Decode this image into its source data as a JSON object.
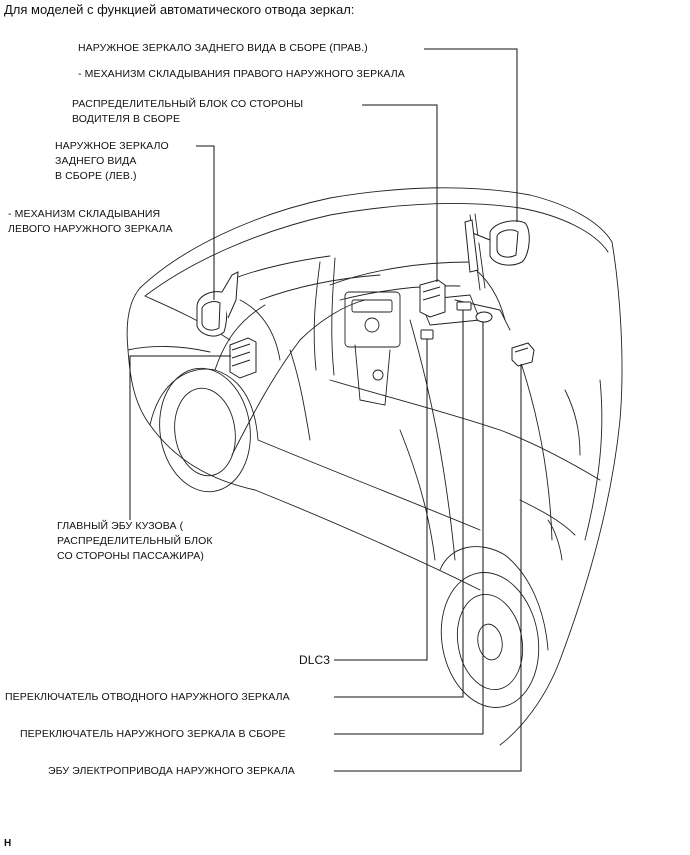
{
  "title": "Для моделей с функцией автоматического отвода зеркал:",
  "labels": {
    "mirror_right": "НАРУЖНОЕ ЗЕРКАЛО ЗАДНЕГО ВИДА В СБОРЕ (ПРАВ.)",
    "fold_right": "- МЕХАНИЗМ СКЛАДЫВАНИЯ ПРАВОГО НАРУЖНОГО ЗЕРКАЛА",
    "driver_jb": [
      "РАСПРЕДЕЛИТЕЛЬНЫЙ БЛОК СО СТОРОНЫ",
      "ВОДИТЕЛЯ В СБОРЕ"
    ],
    "mirror_left": [
      "НАРУЖНОЕ ЗЕРКАЛО",
      "ЗАДНЕГО ВИДА",
      "В СБОРЕ (ЛЕВ.)"
    ],
    "fold_left": [
      "- МЕХАНИЗМ СКЛАДЫВАНИЯ",
      "ЛЕВОГО НАРУЖНОГО ЗЕРКАЛА"
    ],
    "main_ecu": [
      "ГЛАВНЫЙ ЭБУ КУЗОВА (",
      "РАСПРЕДЕЛИТЕЛЬНЫЙ БЛОК",
      "СО СТОРОНЫ ПАССАЖИРА)"
    ],
    "dlc3": "DLC3",
    "retract_switch": "ПЕРЕКЛЮЧАТЕЛЬ ОТВОДНОГО НАРУЖНОГО ЗЕРКАЛА",
    "mirror_switch": "ПЕРЕКЛЮЧАТЕЛЬ НАРУЖНОГО ЗЕРКАЛА В СБОРЕ",
    "mirror_ecu": "ЭБУ ЭЛЕКТРОПРИВОДА НАРУЖНОГО ЗЕРКАЛА"
  },
  "ref_mark": "H"
}
